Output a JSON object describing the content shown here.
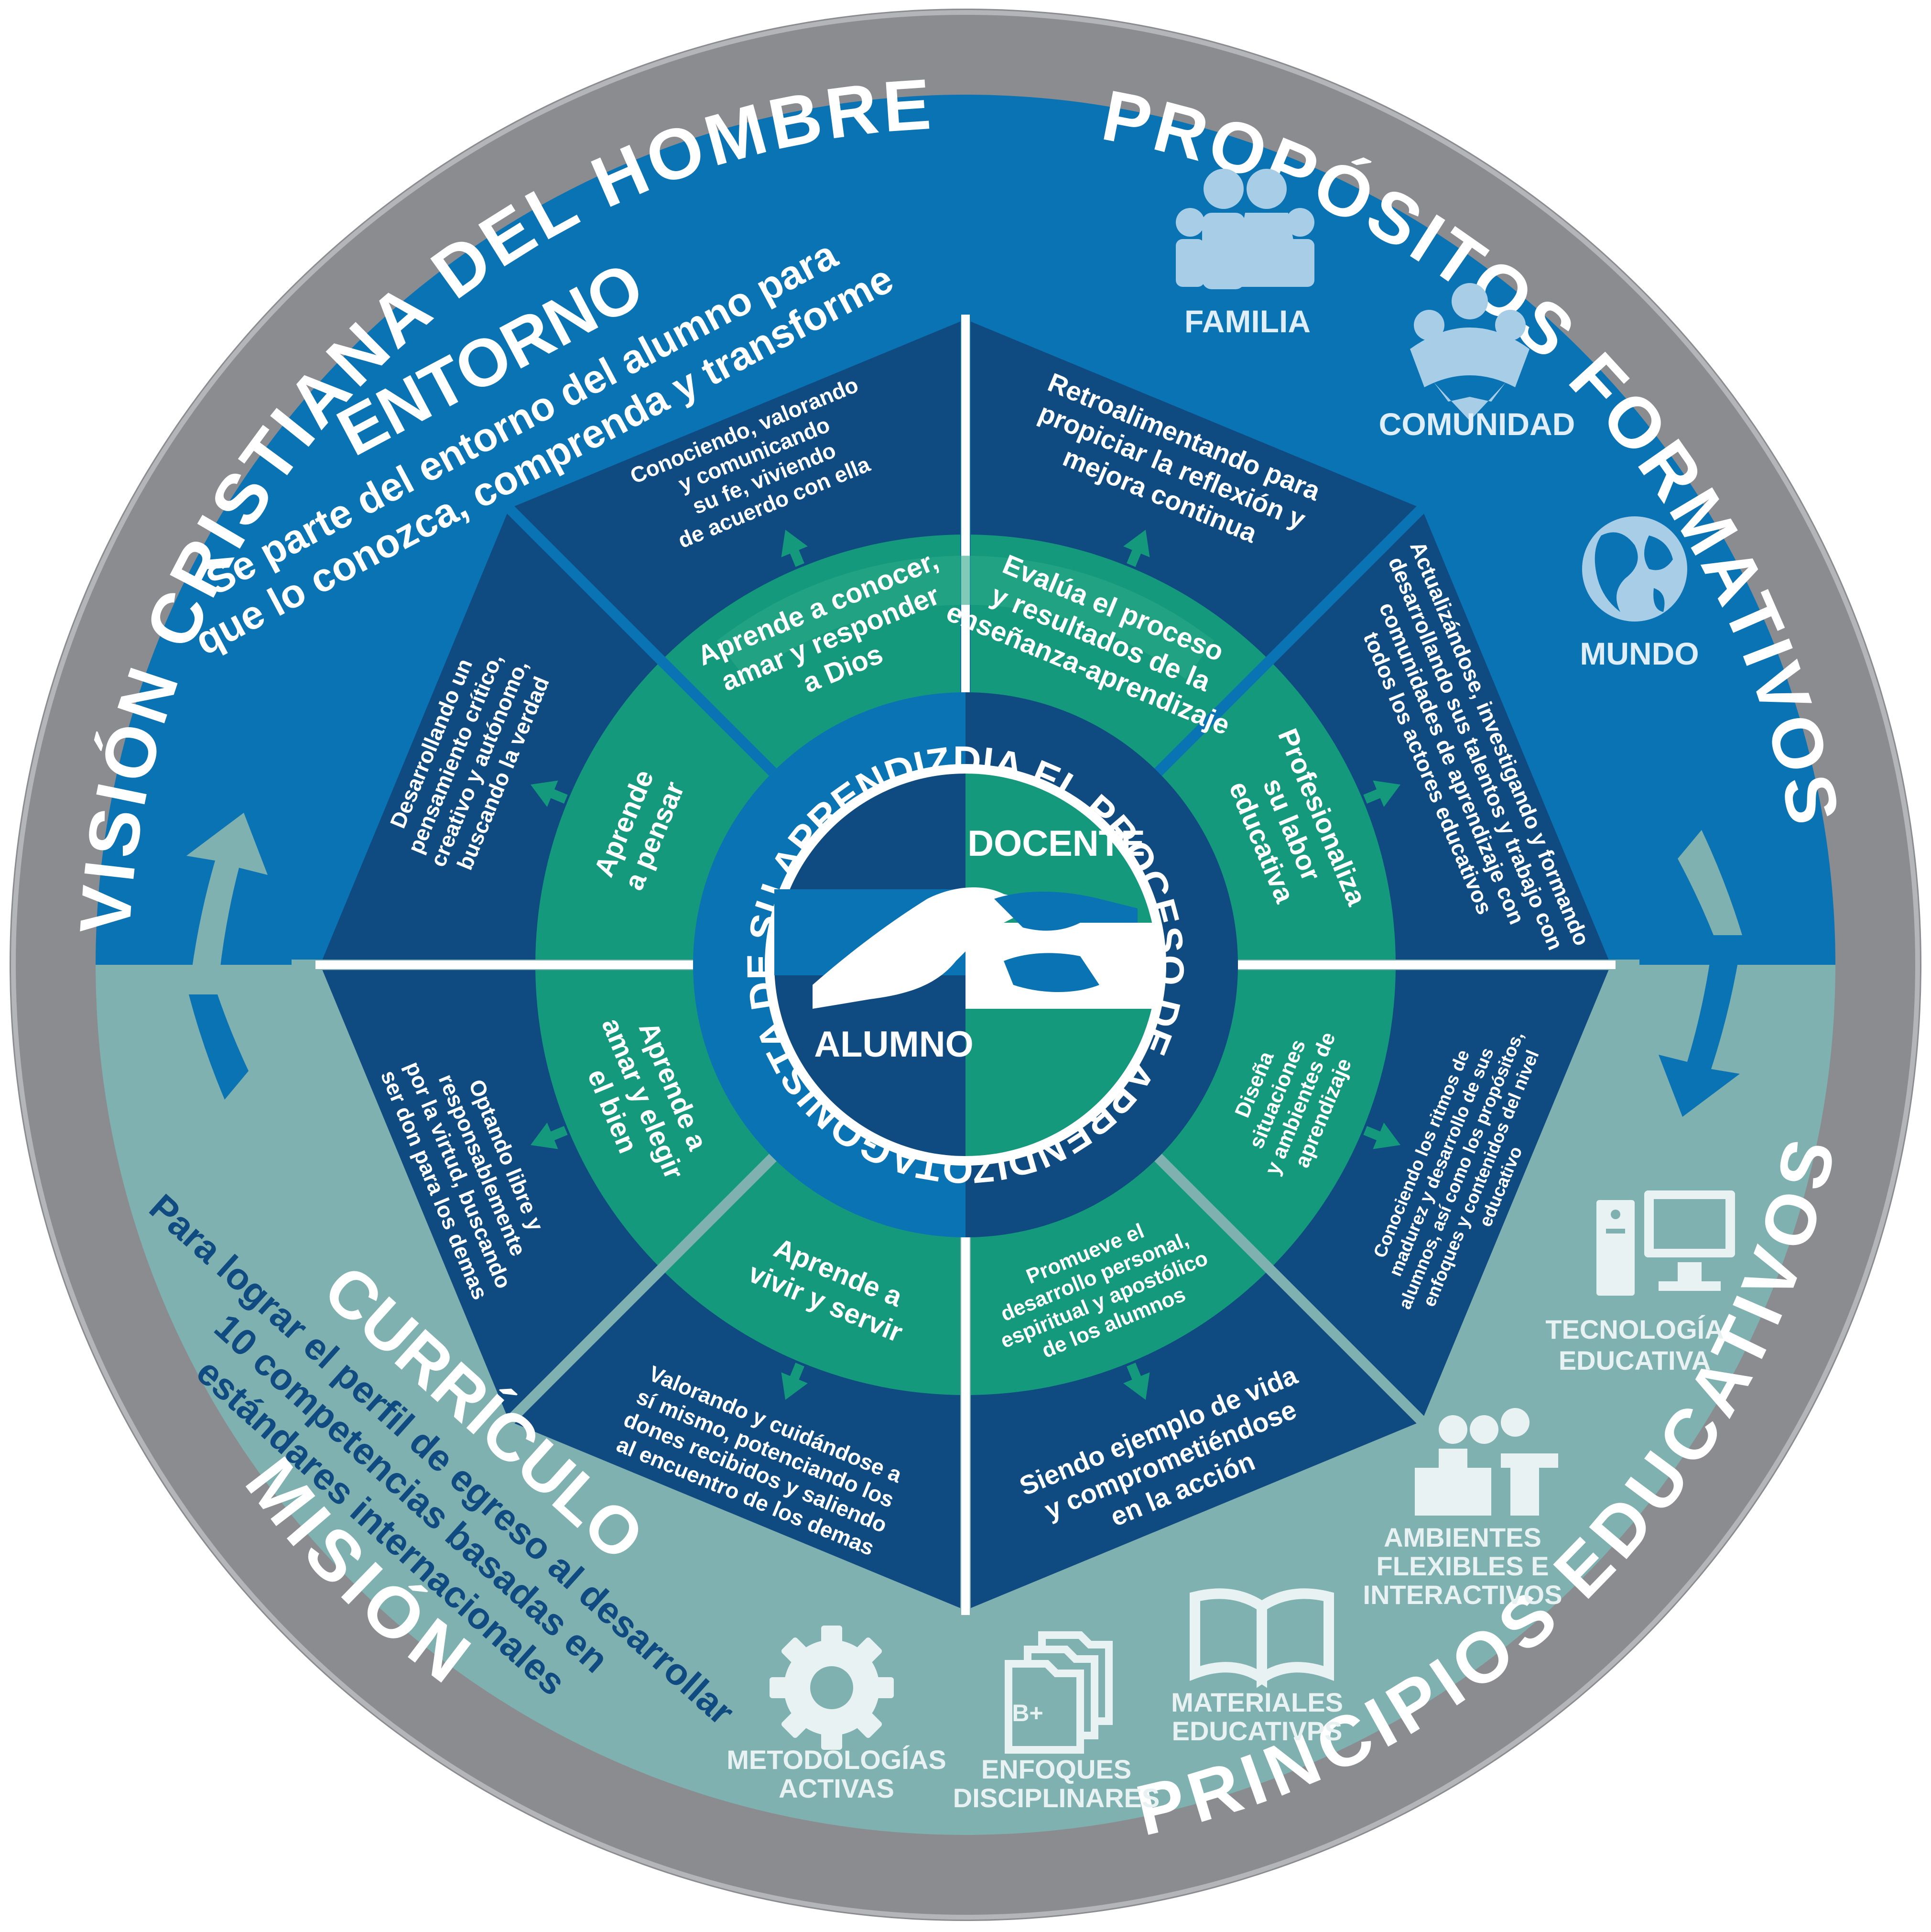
{
  "ring_outer": {
    "top_left": "VISIÓN CRISTIANA DEL HOMBRE",
    "top_right": "PROPÓSITOS FORMATIVOS",
    "bottom_left": "MISIÓN",
    "bottom_right": "PRINCIPIOS EDUCATIVOS"
  },
  "entorno": {
    "title": "ENTORNO",
    "lines": [
      "Se parte del entorno del alumno para",
      "que lo conozca, comprenda y transforme"
    ]
  },
  "curriculo": {
    "title": "CURRÍCULO",
    "lines": [
      "Para lograr el perfil de egreso al desarrollar",
      "10 competencias basadas en",
      "estándares internacionales"
    ]
  },
  "purposes": {
    "familia": "FAMILIA",
    "comunidad": "COMUNIDAD",
    "mundo": "MUNDO"
  },
  "principles": {
    "tecnologia": [
      "TECNOLOGÍA",
      "EDUCATIVA"
    ],
    "ambientes": [
      "AMBIENTES",
      "FLEXIBLES E",
      "INTERACTIVOS"
    ],
    "materiales": [
      "MATERIALES",
      "EDUCATIVPS"
    ],
    "enfoques": [
      "ENFOQUES",
      "DISCIPLINARES"
    ],
    "enfoques_icon_text": "B+",
    "metodologias": [
      "METODOLOGÍAS",
      "ACTIVAS"
    ]
  },
  "center": {
    "docente": "DOCENTE",
    "alumno": "ALUMNO",
    "ring_left": "PROTAGONISTA DE SU APRENDIZAJE",
    "ring_right": "MEDIA EL PROCESO DE APRENDIZAJE"
  },
  "segments": [
    {
      "id": "faith",
      "inner": [
        "Aprende a conocer,",
        "amar y responder",
        "a Dios"
      ],
      "outer": [
        "Conociendo, valorando",
        "y comunicando",
        "su fe, viviendo",
        "de acuerdo con ella"
      ]
    },
    {
      "id": "think",
      "inner": [
        "Aprende",
        "a pensar"
      ],
      "outer": [
        "Desarrollando un",
        "pensamiento crítico,",
        "creativo y autónomo,",
        "buscando la verdad"
      ]
    },
    {
      "id": "love",
      "inner": [
        "Aprende a",
        "amar y elegir",
        "el bien"
      ],
      "outer": [
        "Optando libre y",
        "responsablemente",
        "por la virtud, buscando",
        "ser don para los demas"
      ]
    },
    {
      "id": "serve",
      "inner": [
        "Aprende a",
        "vivir y servir"
      ],
      "outer": [
        "Valorando y cuidándose a",
        "sí mismo, potenciando los",
        "dones recibidos y saliendo",
        "al encuentro de los demas"
      ]
    },
    {
      "id": "promote",
      "inner": [
        "Promueve el",
        "desarrollo personal,",
        "espiritual y apostólico",
        "de los alumnos"
      ],
      "outer": [
        "Siendo ejemplo de vida",
        "y comprometiéndose",
        "en la acción"
      ]
    },
    {
      "id": "design",
      "inner": [
        "Diseña",
        "situaciones",
        "y ambientes de",
        "aprendizaje"
      ],
      "outer": [
        "Conociendo los ritmos de",
        "madurez y desarrollo de sus",
        "alumnos, así como los propósitos,",
        "enfoques y contenidos del nivel",
        "educativo"
      ]
    },
    {
      "id": "profession",
      "inner": [
        "Profesionaliza",
        "su labor",
        "educativa"
      ],
      "outer": [
        "Actualizándose, investigando y formando",
        "desarrollando sus talentos y trabajo con",
        "comunidades de aprendizaje con",
        "todos los actores educativos"
      ]
    },
    {
      "id": "evaluate",
      "inner": [
        "Evalúa el proceso",
        "y resultados de la",
        "enseñanza-aprendizaje"
      ],
      "outer": [
        "Retroalimentando para",
        "propiciar la reflexión y",
        "mejora continua"
      ]
    }
  ]
}
